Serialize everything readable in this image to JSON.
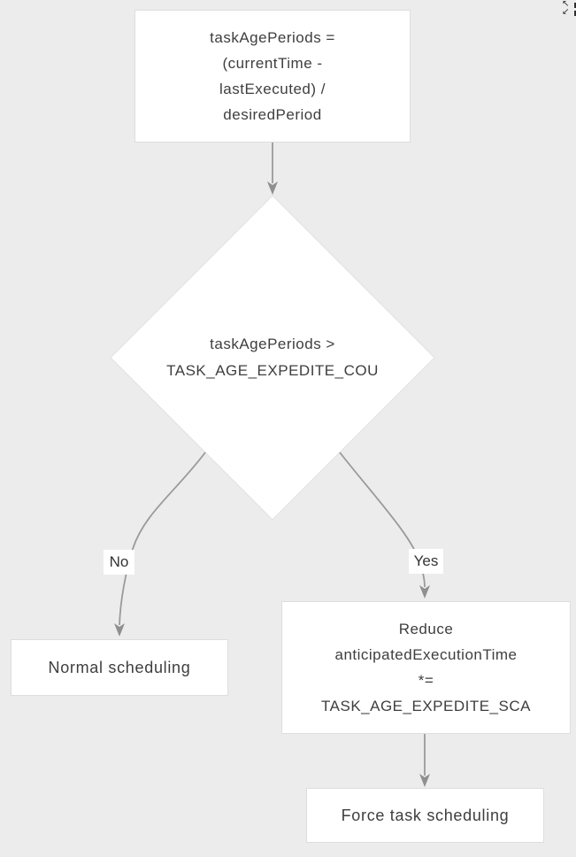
{
  "diagram": {
    "nodes": {
      "compute": {
        "text": "taskAgePeriods =\n(currentTime -\nlastExecuted) /\ndesiredPeriod"
      },
      "decision": {
        "text": "taskAgePeriods >\nTASK_AGE_EXPEDITE_COU"
      },
      "normal": {
        "text": "Normal scheduling"
      },
      "reduce": {
        "text": "Reduce\nanticipatedExecutionTime\n*=\nTASK_AGE_EXPEDITE_SCA"
      },
      "force": {
        "text": "Force task scheduling"
      }
    },
    "edge_labels": {
      "no": "No",
      "yes": "Yes"
    }
  },
  "controls": {
    "collapse_nw_icon": "↖",
    "collapse_sw_icon": "↙"
  },
  "colors": {
    "background": "#ececec",
    "node_fill": "#ffffff",
    "node_border": "#dfdddc",
    "edge": "#9a9a9a",
    "arrowhead": "#8f8f8f",
    "text": "#3e3e3e"
  }
}
